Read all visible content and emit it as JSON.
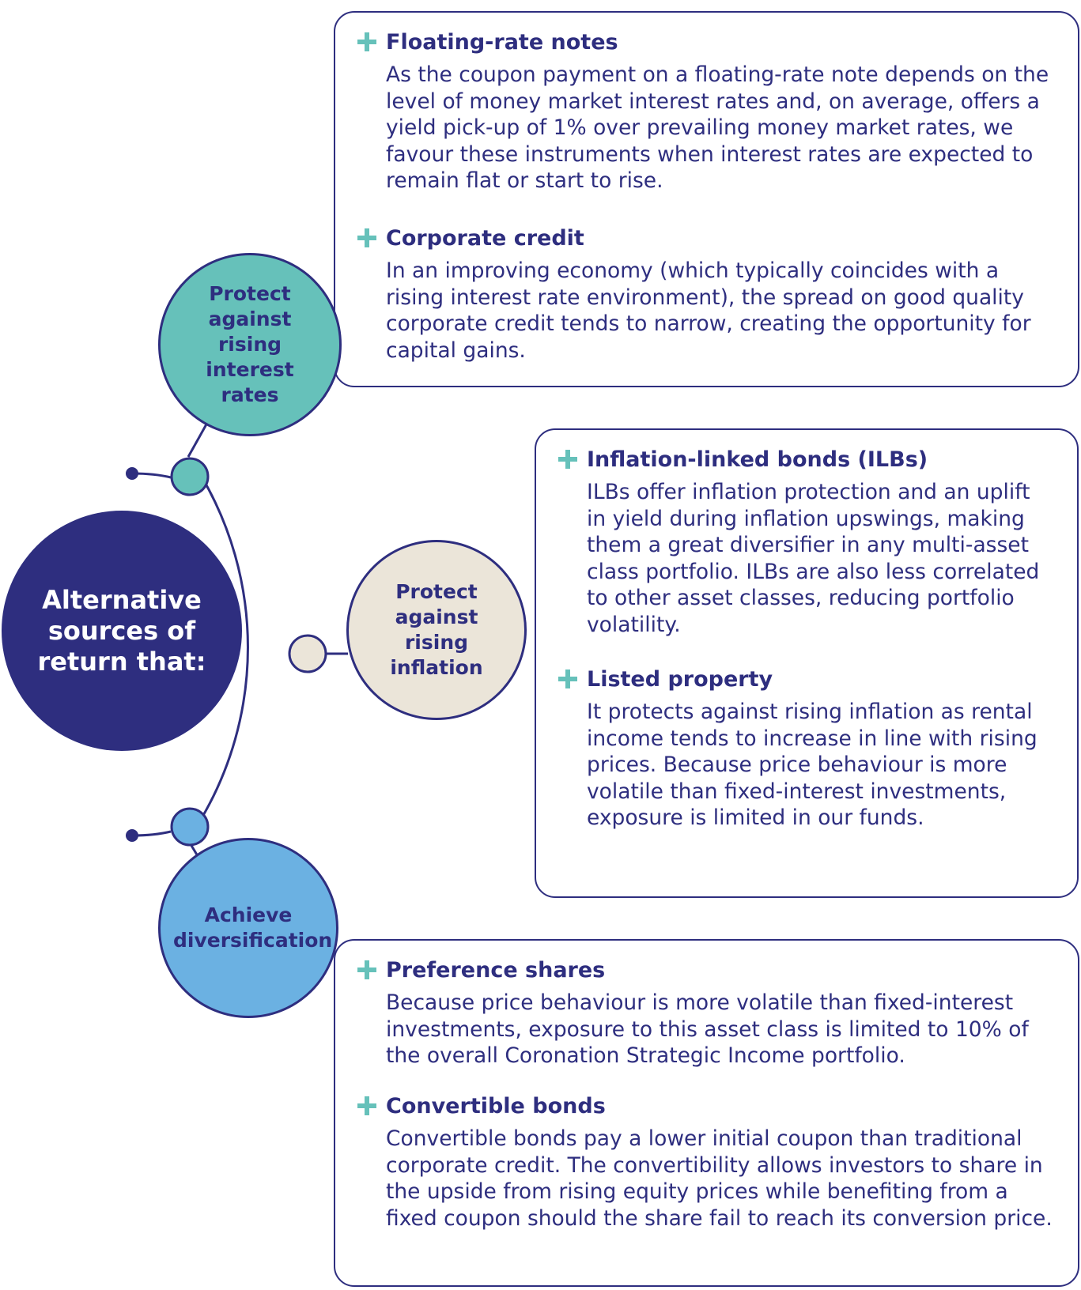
{
  "center": {
    "label": "Alternative sources of return that:"
  },
  "colors": {
    "navy": "#2e2e7f",
    "teal": "#66c1ba",
    "beige": "#ebe5d9",
    "light_blue": "#6bb1e2",
    "plus_icon": "#66c1ba"
  },
  "branches": [
    {
      "label": "Protect against rising interest rates",
      "items": [
        {
          "icon": "plus-icon",
          "title": "Floating-rate notes",
          "text": "As the coupon payment on a floating-rate note depends on the level of money market interest rates and, on average, offers a yield pick-up of 1% over prevailing money market rates, we favour these instruments when interest rates are expected to remain flat or start to rise."
        },
        {
          "icon": "plus-icon",
          "title": "Corporate credit",
          "text": "In an improving economy (which typically coincides with a rising interest rate environment), the spread on good quality corporate credit tends to narrow, creating the opportunity for capital gains."
        }
      ]
    },
    {
      "label": "Protect against rising inflation",
      "items": [
        {
          "icon": "plus-icon",
          "title": "Inflation-linked bonds (ILBs)",
          "text": "ILBs offer inflation protection and an uplift in yield during inflation upswings, making them a great diversifier in any multi-asset class portfolio. ILBs are also less correlated to other asset classes, reducing portfolio volatility."
        },
        {
          "icon": "plus-icon",
          "title": "Listed property",
          "text": "It protects against rising inflation as rental income tends to increase in line with rising prices. Because price behaviour is more volatile than fixed-interest investments, exposure is limited in our funds."
        }
      ]
    },
    {
      "label": "Achieve diversification",
      "items": [
        {
          "icon": "plus-icon",
          "title": "Preference shares",
          "text": "Because price behaviour is more volatile than fixed-interest investments, exposure to this asset class is limited to 10% of the overall Coronation Strategic Income portfolio."
        },
        {
          "icon": "plus-icon",
          "title": "Convertible bonds",
          "text": "Convertible bonds pay a lower initial coupon than traditional corporate credit. The convertibility allows investors to share in the upside from rising equity prices while benefiting from a fixed coupon should the share fail to reach its conversion price."
        }
      ]
    }
  ]
}
